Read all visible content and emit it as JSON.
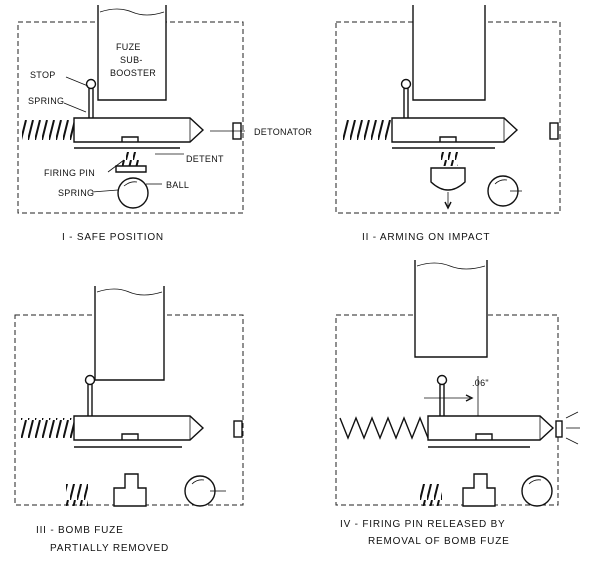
{
  "panels": [
    {
      "caption": "I - SAFE POSITION",
      "labels": {
        "fuze": "FUZE",
        "sub": "SUB-",
        "booster": "BOOSTER",
        "stop": "STOP",
        "spring_top": "SPRING",
        "detonator": "DETONATOR",
        "detent": "DETENT",
        "firing_pin": "FIRING PIN",
        "spring_bottom": "SPRING",
        "ball": "BALL"
      }
    },
    {
      "caption": "II - ARMING ON IMPACT"
    },
    {
      "caption_line1": "III - BOMB FUZE",
      "caption_line2": "PARTIALLY REMOVED"
    },
    {
      "caption_line1": "IV - FIRING PIN RELEASED BY",
      "caption_line2": "REMOVAL OF BOMB FUZE",
      "dimension": ".06\""
    }
  ]
}
